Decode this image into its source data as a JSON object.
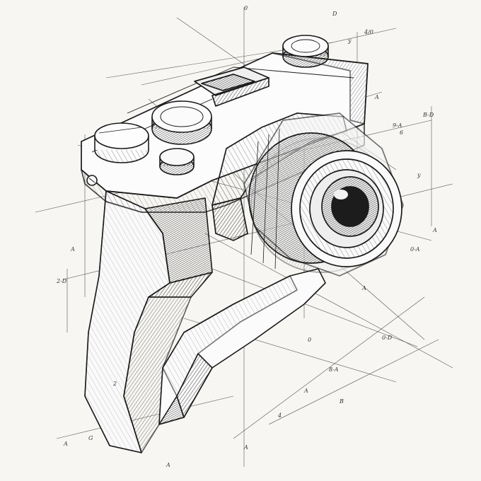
{
  "sketch": {
    "subject": "camera",
    "style": "pencil technical sketch",
    "ink_color": "#1b1b1b",
    "paper_color": "#f7f6f3",
    "annotations": [
      "0",
      "D",
      "4/0",
      "y",
      "A",
      "B-D",
      "6",
      "y",
      "A",
      "0-A",
      "A",
      "0-D",
      "8-A",
      "B",
      "A",
      "0",
      "2-D",
      "A",
      "A",
      "G",
      "A",
      "9-A",
      "A",
      "4",
      "2"
    ]
  }
}
